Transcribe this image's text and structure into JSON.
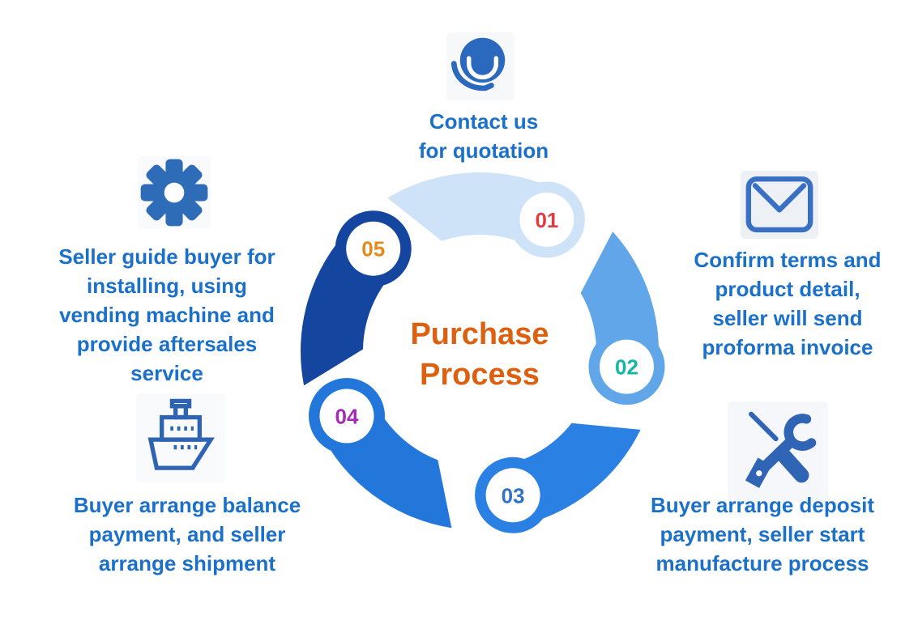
{
  "title": {
    "text": "Purchase\nProcess",
    "color": "#dd5f10"
  },
  "colors": {
    "background": "#ffffff",
    "label_text": "#1b70c9"
  },
  "steps": [
    {
      "number": "01",
      "icon": "headset-icon",
      "number_color": "#e23b41",
      "segment_color": "#cfe3f8",
      "description": "Contact us\nfor quotation"
    },
    {
      "number": "02",
      "icon": "envelope-icon",
      "number_color": "#12b7a6",
      "segment_color": "#60a6e8",
      "description": "Confirm terms and\nproduct detail,\nseller will send\nproforma invoice"
    },
    {
      "number": "03",
      "icon": "tools-icon",
      "number_color": "#2e72cc",
      "segment_color": "#2b80e3",
      "description": "Buyer arrange deposit\npayment, seller start\nmanufacture process"
    },
    {
      "number": "04",
      "icon": "ship-icon",
      "number_color": "#a42cb5",
      "segment_color": "#2377da",
      "description": "Buyer arrange balance\npayment, and seller\narrange shipment"
    },
    {
      "number": "05",
      "icon": "gear-icon",
      "number_color": "#e6891b",
      "segment_color": "#14459f",
      "description": "Seller guide buyer for\ninstalling, using\nvending machine and\nprovide aftersales\nservice"
    }
  ]
}
